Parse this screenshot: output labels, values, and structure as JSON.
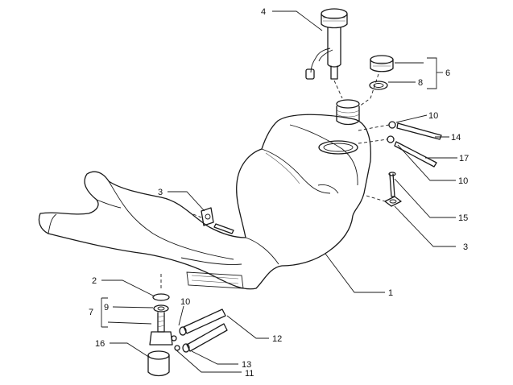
{
  "callouts": {
    "c1": "1",
    "c2": "2",
    "c3a": "3",
    "c3b": "3",
    "c4": "4",
    "c6": "6",
    "c7": "7",
    "c8": "8",
    "c9": "9",
    "c10a": "10",
    "c10b": "10",
    "c10c": "10",
    "c11": "11",
    "c12": "12",
    "c13": "13",
    "c14": "14",
    "c15": "15",
    "c16": "16",
    "c17": "17"
  }
}
